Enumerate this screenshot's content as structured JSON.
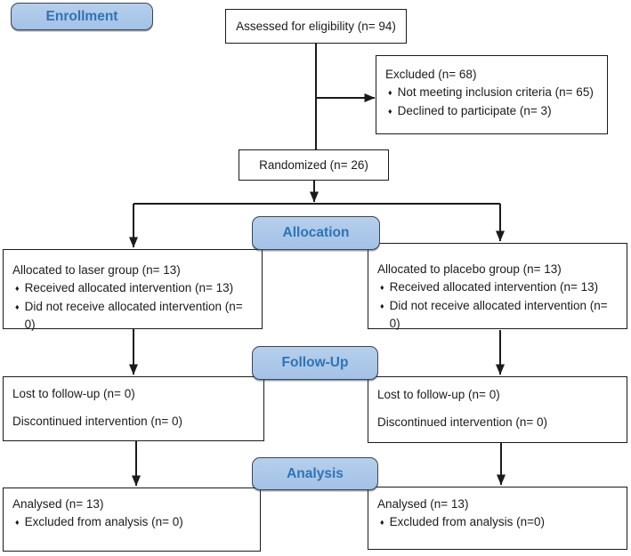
{
  "colors": {
    "stage_label_fill": "#aac6e8",
    "stage_label_text": "#2e74b6",
    "stage_label_border": "#3c4450",
    "box_border": "#1b1b1b",
    "connector_line": "#1b1b1b",
    "background": "#ffffff"
  },
  "bullet_glyph": "♦",
  "stages": {
    "enrollment": {
      "label": "Enrollment"
    },
    "allocation": {
      "label": "Allocation"
    },
    "follow_up": {
      "label": "Follow-Up"
    },
    "analysis": {
      "label": "Analysis"
    }
  },
  "boxes": {
    "assessed": {
      "title": "Assessed for eligibility (n= 94)"
    },
    "excluded": {
      "title": "Excluded (n= 68)",
      "bullets": [
        "Not meeting inclusion criteria (n= 65)",
        "Declined to participate (n= 3)"
      ]
    },
    "randomized": {
      "title": "Randomized (n= 26)"
    },
    "allocated_left": {
      "title": "Allocated to laser group (n= 13)",
      "bullets": [
        "Received allocated intervention (n= 13)",
        "Did not receive allocated intervention (n= 0)"
      ]
    },
    "allocated_right": {
      "title": "Allocated to placebo group (n= 13)",
      "bullets": [
        "Received allocated intervention (n= 13)",
        "Did not receive allocated intervention (n= 0)"
      ]
    },
    "followup_left": {
      "lines": [
        "Lost to follow-up (n= 0)",
        "Discontinued intervention (n= 0)"
      ]
    },
    "followup_right": {
      "lines": [
        "Lost to follow-up (n= 0)",
        "Discontinued intervention (n= 0)"
      ]
    },
    "analysis_left": {
      "title": "Analysed (n= 13)",
      "bullets": [
        "Excluded from analysis (n= 0)"
      ]
    },
    "analysis_right": {
      "title": "Analysed (n= 13)",
      "bullets": [
        "Excluded from analysis (n=0)"
      ]
    }
  }
}
